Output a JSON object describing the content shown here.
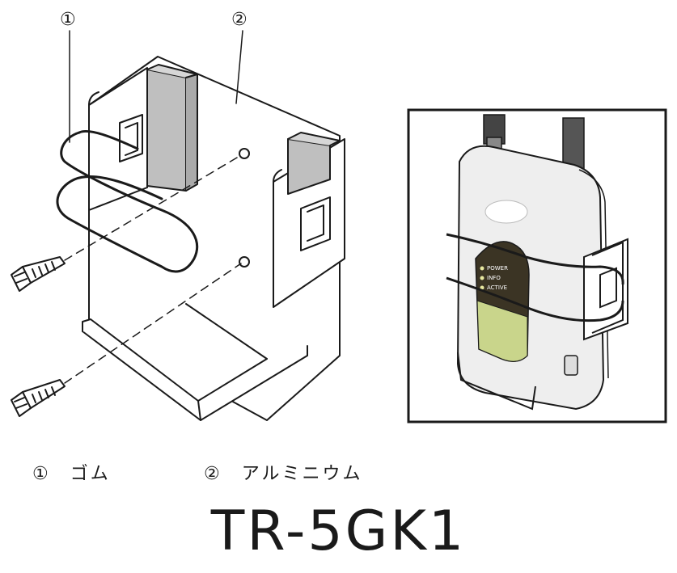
{
  "callouts": [
    {
      "number": "①"
    },
    {
      "number": "②"
    }
  ],
  "legend": [
    {
      "number": "①",
      "text": "ゴム"
    },
    {
      "number": "②",
      "text": "アルミニウム"
    }
  ],
  "model": "TR-5GK1",
  "device_led_labels": [
    "POWER",
    "INFO",
    "ACTIVE"
  ],
  "colors": {
    "line": "#1a1a1a",
    "bracket_shade": "#bfbfbf",
    "device_body": "#eeeeee",
    "device_label_dark": "#3b3424",
    "device_label_green": "#c9d58b"
  }
}
